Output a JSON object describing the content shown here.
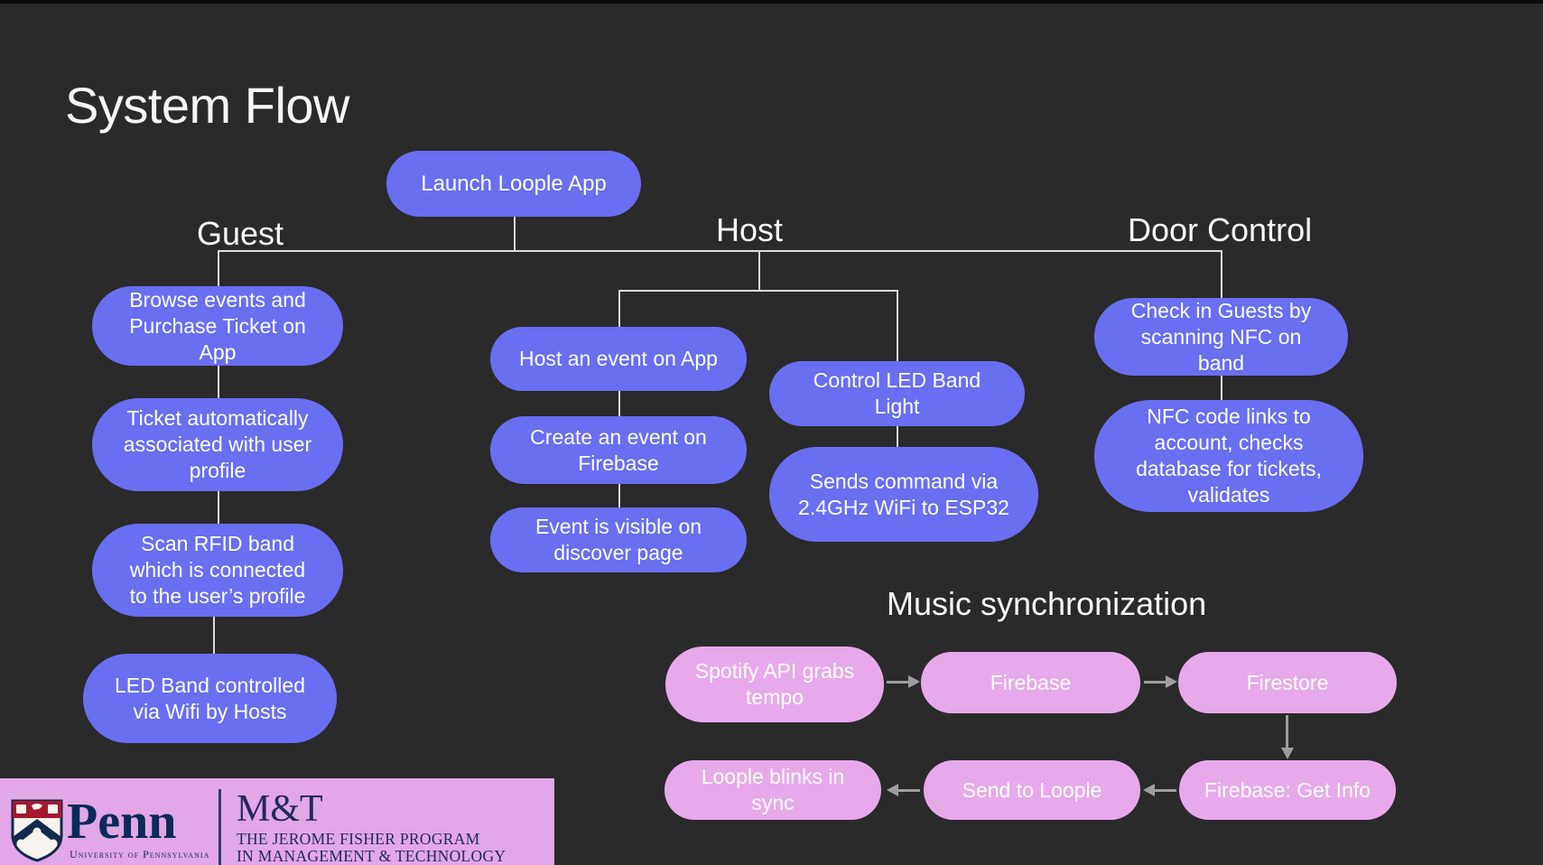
{
  "title": "System Flow",
  "colors": {
    "background": "#2a2a2b",
    "flow_node": "#6a6ef0",
    "music_node": "#e8a9eb",
    "footer_band": "#e2a7e6",
    "connector": "#dcdcdc",
    "arrow": "#9e9e9e",
    "penn_navy": "#0b2a5c",
    "penn_red": "#a6192e"
  },
  "flow": {
    "launch": "Launch Loople App",
    "guest": {
      "heading": "Guest",
      "steps": [
        "Browse events and Purchase Ticket on App",
        "Ticket automatically associated with user profile",
        "Scan RFID band which is connected to the user’s profile",
        "LED Band controlled via Wifi by Hosts"
      ]
    },
    "host": {
      "heading": "Host",
      "app_steps": [
        "Host an event on App",
        "Create an event on Firebase",
        "Event is visible on discover page"
      ],
      "led_steps": [
        "Control LED Band Light",
        "Sends command via 2.4GHz WiFi to ESP32"
      ]
    },
    "door": {
      "heading": "Door Control",
      "steps": [
        "Check in Guests by scanning NFC on band",
        "NFC code links to account, checks database for tickets, validates"
      ]
    }
  },
  "music": {
    "heading": "Music synchronization",
    "row1": [
      "Spotify API grabs tempo",
      "Firebase",
      "Firestore"
    ],
    "row2": [
      "Loople blinks in sync",
      "Send to Loople",
      "Firebase: Get Info"
    ]
  },
  "footer": {
    "penn_wordmark": "Penn",
    "penn_subtitle": "University of Pennsylvania",
    "mt_wordmark": "M&T",
    "mt_line1": "THE JEROME FISHER PROGRAM",
    "mt_line2": "IN MANAGEMENT & TECHNOLOGY"
  }
}
